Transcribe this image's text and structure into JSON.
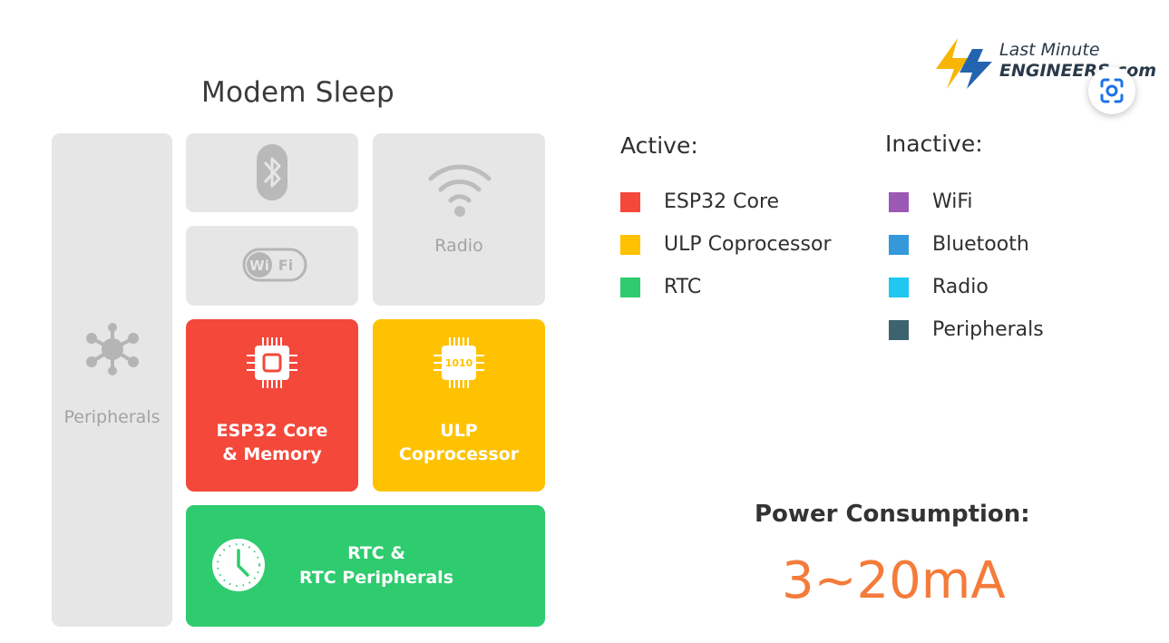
{
  "title": "Modem Sleep",
  "logo": {
    "line1": "Last Minute",
    "line2": "ENGINEERS.com"
  },
  "blocks": {
    "peripherals": {
      "label": "Peripherals",
      "icon": "network-hub-icon"
    },
    "bluetooth": {
      "icon": "bluetooth-icon"
    },
    "wifi": {
      "icon": "wifi-logo-icon",
      "text": "Wi Fi"
    },
    "radio": {
      "label": "Radio",
      "icon": "radio-signal-icon"
    },
    "esp32": {
      "line1": "ESP32 Core",
      "line2": "& Memory",
      "icon": "chip-icon",
      "color": "#f4483b"
    },
    "ulp": {
      "line1": "ULP",
      "line2": "Coprocessor",
      "icon": "chip-1010-icon",
      "chip_text": "1010",
      "color": "#fec200"
    },
    "rtc": {
      "line1": "RTC &",
      "line2": "RTC Peripherals",
      "icon": "clock-icon",
      "color": "#2fcb6f"
    }
  },
  "legend": {
    "active_title": "Active:",
    "active": [
      {
        "label": "ESP32 Core",
        "color": "#f4483b"
      },
      {
        "label": "ULP Coprocessor",
        "color": "#fec200"
      },
      {
        "label": "RTC",
        "color": "#2fcb6f"
      }
    ],
    "inactive_title": "Inactive:",
    "inactive": [
      {
        "label": "WiFi",
        "color": "#9b59b6"
      },
      {
        "label": "Bluetooth",
        "color": "#3498db"
      },
      {
        "label": "Radio",
        "color": "#1ec8f0"
      },
      {
        "label": "Peripherals",
        "color": "#3d6270"
      }
    ]
  },
  "power": {
    "label": "Power Consumption:",
    "value": "3~20mA"
  }
}
